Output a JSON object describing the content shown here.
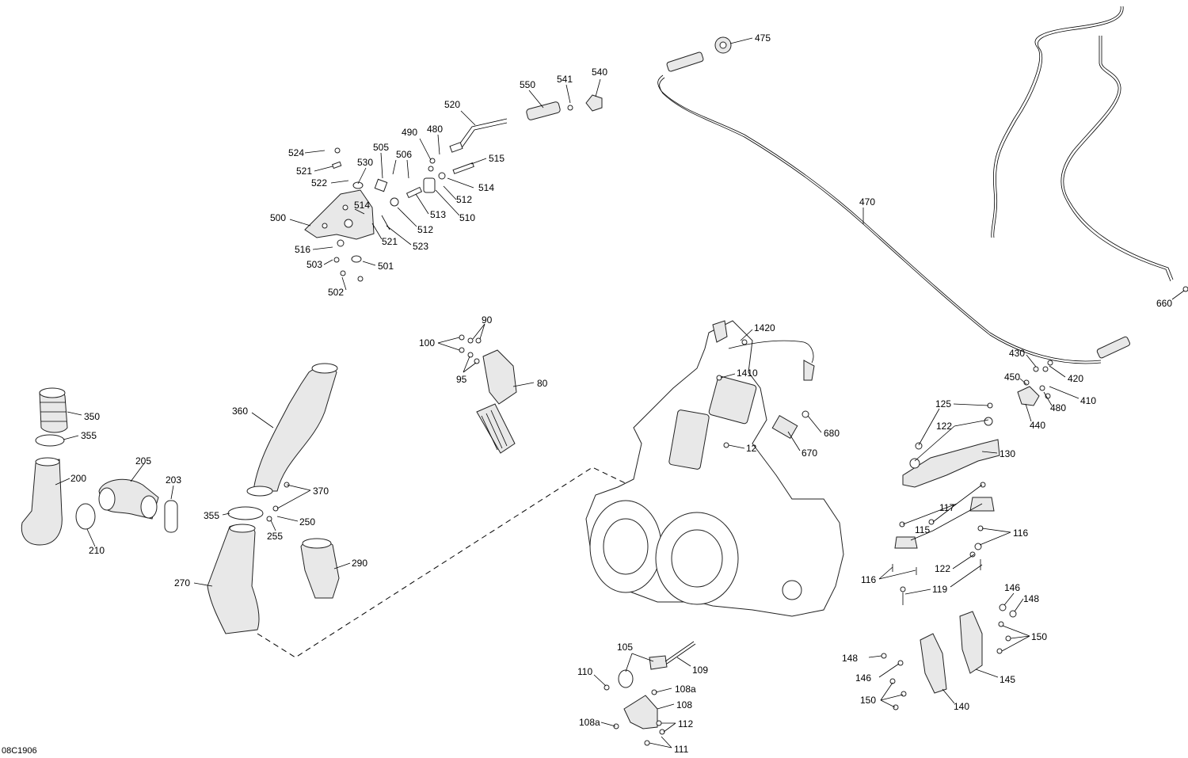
{
  "diagram": {
    "drawing_code": "08C1906",
    "callouts": [
      {
        "id": "c475",
        "text": "475"
      },
      {
        "id": "c540",
        "text": "540"
      },
      {
        "id": "c541",
        "text": "541"
      },
      {
        "id": "c550",
        "text": "550"
      },
      {
        "id": "c520",
        "text": "520"
      },
      {
        "id": "c490",
        "text": "490"
      },
      {
        "id": "c480a",
        "text": "480"
      },
      {
        "id": "c524",
        "text": "524"
      },
      {
        "id": "c505",
        "text": "505"
      },
      {
        "id": "c506",
        "text": "506"
      },
      {
        "id": "c515",
        "text": "515"
      },
      {
        "id": "c521a",
        "text": "521"
      },
      {
        "id": "c530",
        "text": "530"
      },
      {
        "id": "c522",
        "text": "522"
      },
      {
        "id": "c514a",
        "text": "514"
      },
      {
        "id": "c512a",
        "text": "512"
      },
      {
        "id": "c510",
        "text": "510"
      },
      {
        "id": "c513",
        "text": "513"
      },
      {
        "id": "c514b",
        "text": "514"
      },
      {
        "id": "c500",
        "text": "500"
      },
      {
        "id": "c512b",
        "text": "512"
      },
      {
        "id": "c521b",
        "text": "521"
      },
      {
        "id": "c523",
        "text": "523"
      },
      {
        "id": "c516",
        "text": "516"
      },
      {
        "id": "c503",
        "text": "503"
      },
      {
        "id": "c501",
        "text": "501"
      },
      {
        "id": "c502",
        "text": "502"
      },
      {
        "id": "c470",
        "text": "470"
      },
      {
        "id": "c660",
        "text": "660"
      },
      {
        "id": "c90",
        "text": "90"
      },
      {
        "id": "c100",
        "text": "100"
      },
      {
        "id": "c95",
        "text": "95"
      },
      {
        "id": "c80",
        "text": "80"
      },
      {
        "id": "c1420",
        "text": "1420"
      },
      {
        "id": "c1410",
        "text": "1410"
      },
      {
        "id": "c430",
        "text": "430"
      },
      {
        "id": "c420",
        "text": "420"
      },
      {
        "id": "c450",
        "text": "450"
      },
      {
        "id": "c410",
        "text": "410"
      },
      {
        "id": "c480b",
        "text": "480"
      },
      {
        "id": "c440",
        "text": "440"
      },
      {
        "id": "c350",
        "text": "350"
      },
      {
        "id": "c355a",
        "text": "355"
      },
      {
        "id": "c360",
        "text": "360"
      },
      {
        "id": "c205",
        "text": "205"
      },
      {
        "id": "c200",
        "text": "200"
      },
      {
        "id": "c203",
        "text": "203"
      },
      {
        "id": "c210",
        "text": "210"
      },
      {
        "id": "c370",
        "text": "370"
      },
      {
        "id": "c355b",
        "text": "355"
      },
      {
        "id": "c250",
        "text": "250"
      },
      {
        "id": "c255",
        "text": "255"
      },
      {
        "id": "c290",
        "text": "290"
      },
      {
        "id": "c270",
        "text": "270"
      },
      {
        "id": "c12",
        "text": "12"
      },
      {
        "id": "c680",
        "text": "680"
      },
      {
        "id": "c670",
        "text": "670"
      },
      {
        "id": "c125",
        "text": "125"
      },
      {
        "id": "c122a",
        "text": "122"
      },
      {
        "id": "c130",
        "text": "130"
      },
      {
        "id": "c117",
        "text": "117"
      },
      {
        "id": "c115",
        "text": "115"
      },
      {
        "id": "c116a",
        "text": "116"
      },
      {
        "id": "c116b",
        "text": "116"
      },
      {
        "id": "c122b",
        "text": "122"
      },
      {
        "id": "c119",
        "text": "119"
      },
      {
        "id": "c146a",
        "text": "146"
      },
      {
        "id": "c148a",
        "text": "148"
      },
      {
        "id": "c150a",
        "text": "150"
      },
      {
        "id": "c148b",
        "text": "148"
      },
      {
        "id": "c146b",
        "text": "146"
      },
      {
        "id": "c145",
        "text": "145"
      },
      {
        "id": "c150b",
        "text": "150"
      },
      {
        "id": "c140",
        "text": "140"
      },
      {
        "id": "c105",
        "text": "105"
      },
      {
        "id": "c109",
        "text": "109"
      },
      {
        "id": "c110",
        "text": "110"
      },
      {
        "id": "c108a1",
        "text": "108a"
      },
      {
        "id": "c108",
        "text": "108"
      },
      {
        "id": "c108a2",
        "text": "108a"
      },
      {
        "id": "c112",
        "text": "112"
      },
      {
        "id": "c111",
        "text": "111"
      }
    ]
  }
}
